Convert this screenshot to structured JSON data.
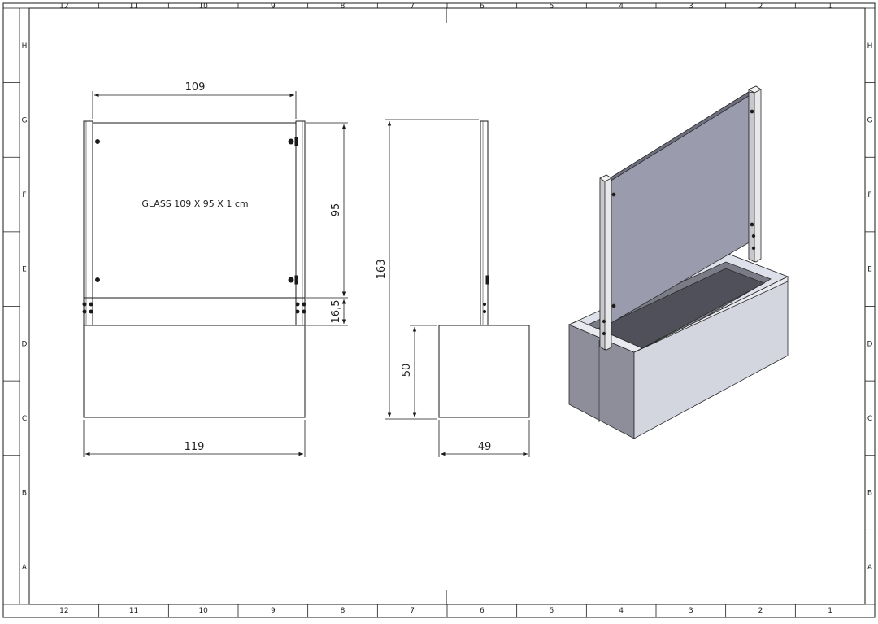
{
  "drawing": {
    "zones": {
      "columns": [
        "12",
        "11",
        "10",
        "9",
        "8",
        "7",
        "6",
        "5",
        "4",
        "3",
        "2",
        "1"
      ],
      "rows": [
        "H",
        "G",
        "F",
        "E",
        "D",
        "C",
        "B",
        "A"
      ]
    },
    "glass_note": "GLASS 109 X 95 X 1 cm",
    "dimensions": {
      "glass_width": "109",
      "glass_height": "95",
      "lower_gap": "16,5",
      "box_width": "119",
      "total_height": "163",
      "box_height": "50",
      "box_depth": "49"
    },
    "colors": {
      "line": "#1a1a1a",
      "glass_face": "#9a9cad",
      "box_light": "#d6d8e3",
      "box_mid": "#c4c6d3",
      "box_dark": "#6a6b75",
      "post": "#e8e8ea"
    }
  }
}
